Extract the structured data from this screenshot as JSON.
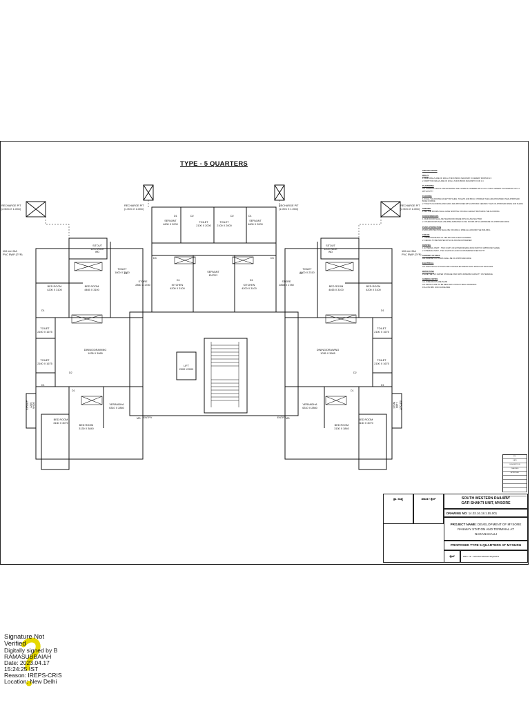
{
  "plan": {
    "title": "TYPE - 5 QUARTERS",
    "rooms": [
      {
        "name": "SERVANT",
        "size": "4600 X 2000"
      },
      {
        "name": "TOILET",
        "size": "2100 X 2000"
      },
      {
        "name": "TOILET",
        "size": "2100 X 2000"
      },
      {
        "name": "SERVANT",
        "size": "4600 X 2000"
      },
      {
        "name": "SERVANT\nENTRY",
        "size": ""
      },
      {
        "name": "SITOUT\n1200 WIDE",
        "size": "WD"
      },
      {
        "name": "SITOUT\n1200 WIDE",
        "size": "WD"
      },
      {
        "name": "TOILET",
        "size": "1800 X 2310"
      },
      {
        "name": "TOILET",
        "size": "1800 X 2310"
      },
      {
        "name": "STORE",
        "size": "2860 X 1780"
      },
      {
        "name": "STORE",
        "size": "2860 X 1780"
      },
      {
        "name": "KITCHEN",
        "size": "4200 X 3100"
      },
      {
        "name": "KITCHEN",
        "size": "4200 X 3100"
      },
      {
        "name": "BED ROOM",
        "size": "4200 X 3100"
      },
      {
        "name": "BED ROOM",
        "size": "4465 X 3100"
      },
      {
        "name": "BED ROOM",
        "size": "4465 X 3100"
      },
      {
        "name": "BED ROOM",
        "size": "4200 X 3100"
      },
      {
        "name": "TOILET",
        "size": "2100 X 1675"
      },
      {
        "name": "TOILET",
        "size": "2100 X 1675"
      },
      {
        "name": "TOILET",
        "size": "2100 X 1675"
      },
      {
        "name": "TOILET",
        "size": "2100 X 1675"
      },
      {
        "name": "DINING/DRAWING",
        "size": "1035 X 3965"
      },
      {
        "name": "DINING/DRAWING",
        "size": "1035 X 3965"
      },
      {
        "name": "LIFT",
        "size": "2000 X2000"
      },
      {
        "name": "VERANDHA",
        "size": "6310 X 2860"
      },
      {
        "name": "VERANDHA",
        "size": "6310 X 2860"
      },
      {
        "name": "BED ROOM",
        "size": "3130 X 3070"
      },
      {
        "name": "BED ROOM",
        "size": "3130 X 3840"
      },
      {
        "name": "BED ROOM",
        "size": "3130 X 3840"
      },
      {
        "name": "BED ROOM",
        "size": "3130 X 3070"
      },
      {
        "name": "SITOUT\n1200 WIDE",
        "size": ""
      },
      {
        "name": "SITOUT\n1200 WIDE",
        "size": ""
      },
      {
        "name": "ENTRY",
        "size": ""
      },
      {
        "name": "ENTRY",
        "size": ""
      }
    ],
    "callouts": {
      "recharge_left": "RECHARGE PIT\n(2.50m X 1.00m)",
      "recharge_mid_left": "RECHARGE PIT\n(1.00m X 1.00m)",
      "recharge_mid_right": "RECHARGE PIT\n(1.00m X 1.00m)",
      "recharge_right": "RECHARGE PIT\n(2.50m X 1.00m)",
      "pipe_left": "110 mm DIA\nPVC RWP (TYP)",
      "pipe_right": "110 mm DIA\nPVC RWP (TYP)"
    },
    "door_marks": [
      "D1",
      "D1",
      "D2",
      "D2",
      "D3",
      "D3",
      "D1",
      "D1",
      "D1",
      "D1",
      "MD",
      "MD",
      "D1",
      "D1",
      "D1",
      "D1",
      "D1",
      "D1",
      "D2",
      "D2"
    ]
  },
  "notes": [
    {
      "h": "SPECIFICATIONS",
      "lines": []
    },
    {
      "h": "WALLS",
      "lines": [
        "1. MAIN WALLS ARE OF 230mm THICK BRICK MASONRY IN CEMENT MORTAR 1:6",
        "2. PARTITION WALLS ARE OF 115mm THICK BRICK MASONRY IN CM 1:4"
      ]
    },
    {
      "h": "PLASTERING",
      "lines": [
        "ALL INTERNAL WALLS AND EXTERNAL WALLS ARE PLASTERED WITH 12mm THICK CEMENT PLASTERING CM 1:4 WITH PUTTY"
      ]
    },
    {
      "h": "FLOORING",
      "lines": [
        "1. IN ALL THE ROOMS EXCEPT KITCHEN, TOILETS AND BATH, VITRIFIED TILES ARE PROVIDED OVER APPROVED BASE COURSE",
        "2. TOILETS FLOORING AND DADO ARE PROVIDED WITH ANTISKID CERAMIC TILES OF APPROVED MAKE AND SHADE"
      ]
    },
    {
      "h": "SKIRTING",
      "lines": [
        "1. ALL THE ROOMS SHALL HAVE SKIRTING OF 100mm HEIGHT MATCHING THE FLOORING"
      ]
    },
    {
      "h": "DOORS/WINDOWS",
      "lines": [
        "1. MAIN DOOR SHALL BE TEAKWOOD FRAME WITH FLUSH SHUTTER",
        "2. OTHER DOORS SHALL BE PRELAMINATED FLUSH DOORS WITH HARDWARE OF APPROVED MAKE"
      ]
    },
    {
      "h": "PLINTH PROTECTION",
      "lines": [
        "PLINTH PROTECTION SHALL BE OF 1000mm WIDE ALL AROUND THE BUILDING"
      ]
    },
    {
      "h": "CEILING",
      "lines": [
        "1. UNDER FINISHING OF CEILING SHALL BE PLASTERED",
        "2. CEILING TO BE PAINTED WITH OIL BOUND DISTEMPER"
      ]
    },
    {
      "h": "PAINTING",
      "lines": [
        "1. EXTERNAL PAINT - TWO COATS OF EXTERIOR EMULSION PAINT OF APPROVED SHADE",
        "2. INTERNAL PAINT - TWO COATS OF ACRYLIC DISTEMPER OVER PUTTY"
      ]
    },
    {
      "h": "SANITARY FITTINGS",
      "lines": [
        "ALL SANITARY FITTINGS SHALL BE OF APPROVED MAKE"
      ]
    },
    {
      "h": "ELECTRICAL",
      "lines": [
        "ALL ELECTRICAL FITTINGS ARE CONCEALED WIRING WITH MODULAR SWITCHES"
      ]
    },
    {
      "h": "WATER TANK",
      "lines": [
        "PLACE THE PVC WATER STORAGE TANK WITH MINIMUM CAPACITY ON TERRACE"
      ]
    },
    {
      "h": "GENERAL NOTES",
      "lines": [
        "ALL DIMENSIONS ARE IN MM",
        "ALL DETAILS ARE TO BE READ WITH STRUCTURAL DRAWINGS",
        "FOLLOW NBC 2016 GUIDELINES"
      ]
    }
  ],
  "title_block": {
    "org_line1": "SOUTH WESTERN RAILWAY",
    "org_line2": "GATI SHAKTI UNIT, MYSORE",
    "drawing_no_label": "DRAWING NO:",
    "drawing_no": "14.03.16.18.1.55.001",
    "project_label": "PROJECT NAME:",
    "project_text": "DEVELOPMENT OF MYSORE\nRAILWAY STATION AND TERMINAL AT NAGANAHALLI",
    "subtitle": "PROPOSED TYPE 5 QUARTERS AT MYSURU",
    "left_label_1": "ಡ್ರಾ. ಸಂಖ್ಯೆ",
    "left_label_2": "ದಿನಾಂಕ / ಸ್ಕೇಲ್",
    "scale_label": "ಸ್ಕೇಲ್",
    "drawn_label": "DRG. No - GSU/MYS/NGH/T5/QTR/P1"
  },
  "revisions": [
    "REV",
    "DATE",
    "DESCRIPTION",
    "CHECKED",
    "APPROVED"
  ],
  "signature": {
    "status": "Signature Not\nVerified",
    "line1": "Digitally signed by B",
    "line2": "RAMASUBBAIAH",
    "line3": "Date: 2023.04.17",
    "line4": "15:24:25 IST",
    "line5": "Reason: IREPS-CRIS",
    "line6": "Location: New Delhi"
  },
  "colors": {
    "ink": "#111111",
    "sheet_border": "#222222",
    "signature_mark": "#e6d800",
    "background": "#ffffff"
  }
}
